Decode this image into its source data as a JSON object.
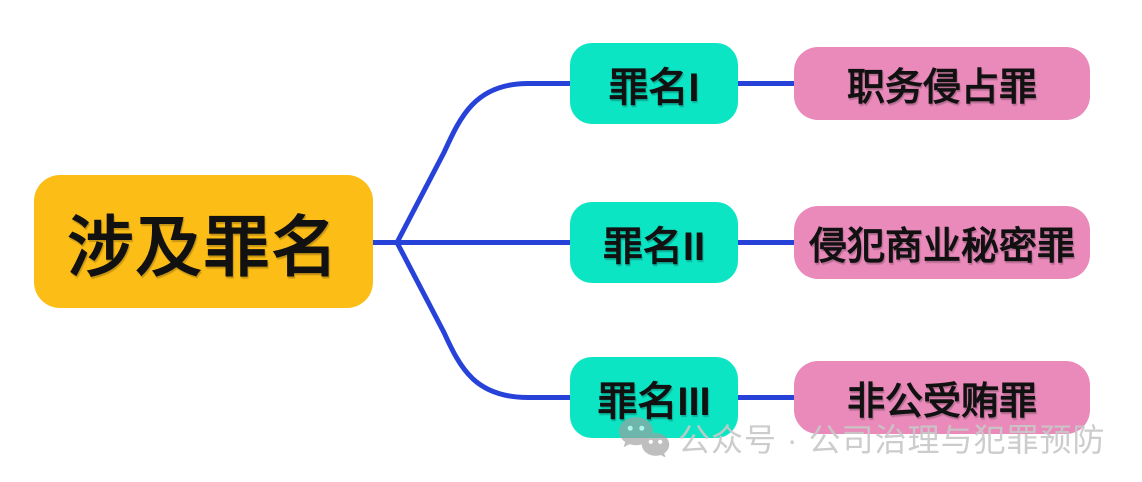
{
  "diagram": {
    "type": "mindmap",
    "root": {
      "label": "涉及罪名"
    },
    "branches": [
      {
        "mid_label": "罪名I",
        "leaf_label": "职务侵占罪"
      },
      {
        "mid_label": "罪名II",
        "leaf_label": "侵犯商业秘密罪"
      },
      {
        "mid_label": "罪名III",
        "leaf_label": "非公受贿罪"
      }
    ]
  },
  "watermark": {
    "icon": "wechat-icon",
    "text": "公众号 · 公司治理与犯罪预防"
  },
  "colors": {
    "root_bg": "#fcbd17",
    "mid_bg": "#0ce5c4",
    "leaf_bg": "#e98aba",
    "connector": "#2742d9",
    "node_text": "#111111",
    "watermark_text": "#c8c8c8",
    "watermark_icon": "#a0a0a0",
    "background": "#ffffff"
  }
}
